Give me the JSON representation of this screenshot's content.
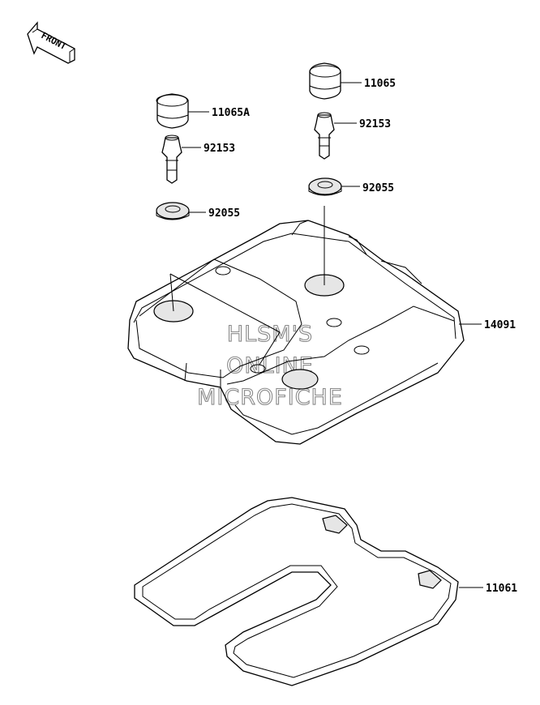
{
  "front_indicator": {
    "label": "FRONT"
  },
  "watermark": {
    "line1": "HLSM'S",
    "line2": "ONLINE",
    "line3": "MICROFICHE"
  },
  "parts": [
    {
      "number": "11065"
    },
    {
      "number": "11065A"
    },
    {
      "number": "92153"
    },
    {
      "number": "92153"
    },
    {
      "number": "92055"
    },
    {
      "number": "92055"
    },
    {
      "number": "14091"
    },
    {
      "number": "11061"
    }
  ]
}
